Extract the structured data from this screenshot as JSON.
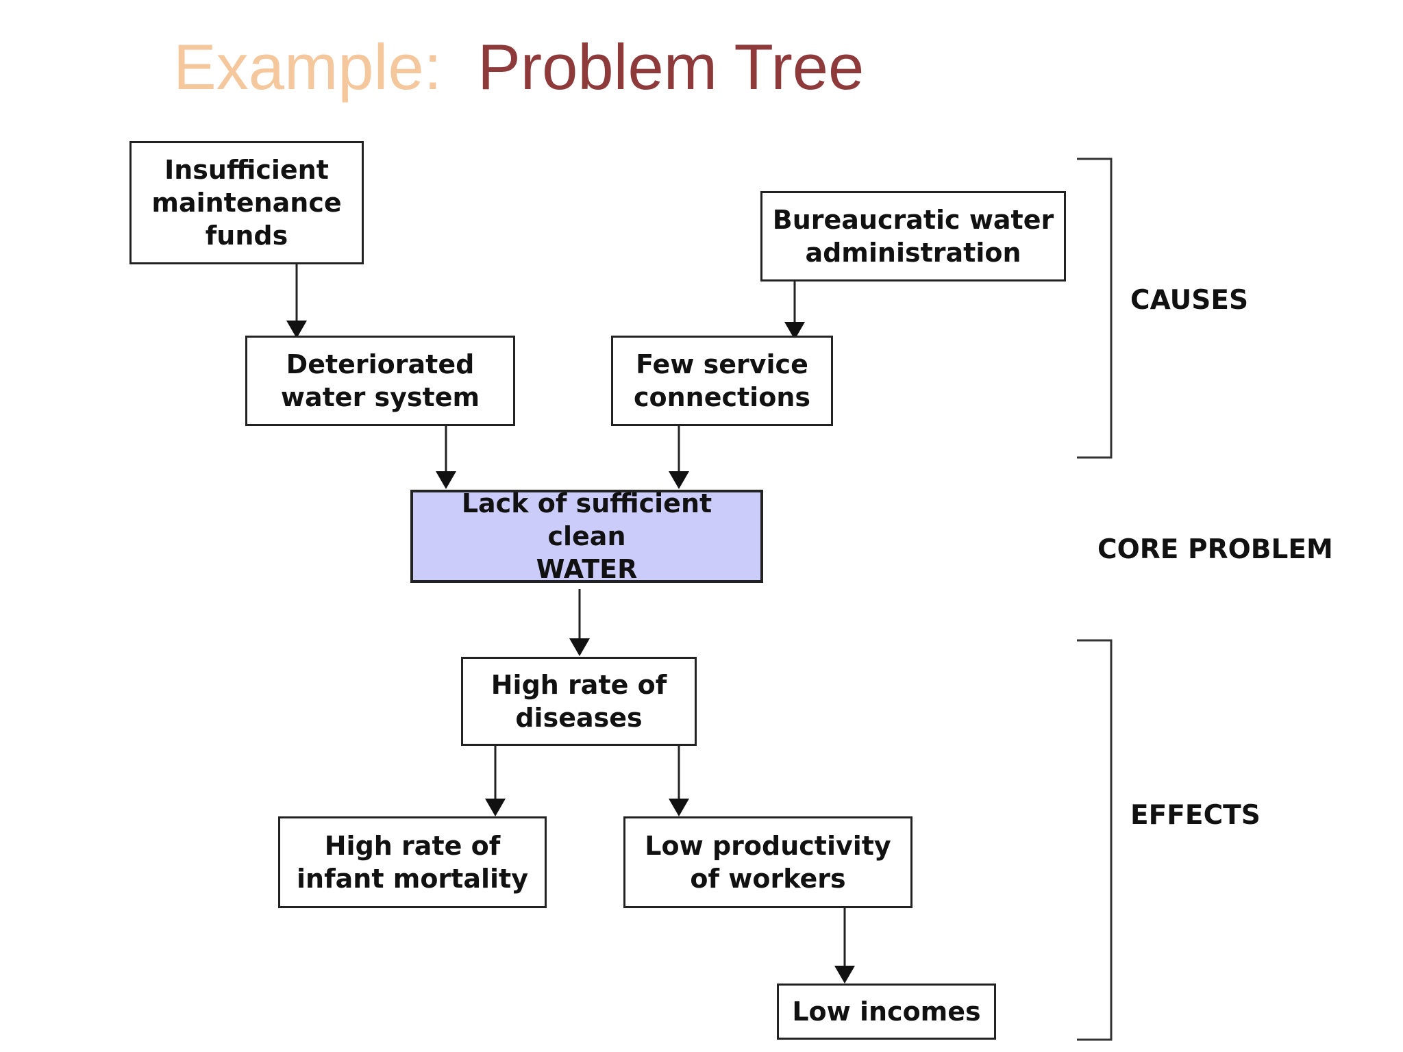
{
  "title": {
    "prefix": "Example:",
    "main": "Problem Tree"
  },
  "colors": {
    "title_prefix": "#f5c79c",
    "title_main": "#8e3a3a",
    "core_fill": "#ccccfb",
    "box_fill": "#ffffff",
    "line": "#222222"
  },
  "causes": {
    "insufficient_funds": "Insufficient\nmaintenance\nfunds",
    "bureaucratic_admin": "Bureaucratic water\nadministration",
    "deteriorated_system": "Deteriorated\nwater system",
    "few_connections": "Few service\nconnections"
  },
  "core_problem": "Lack of sufficient clean\nWATER",
  "effects": {
    "high_diseases": "High rate of\ndiseases",
    "infant_mortality": "High rate of\ninfant mortality",
    "low_productivity": "Low productivity\nof workers",
    "low_incomes": "Low incomes"
  },
  "side_labels": {
    "causes": "CAUSES",
    "core_problem": "CORE PROBLEM",
    "effects": "EFFECTS"
  }
}
